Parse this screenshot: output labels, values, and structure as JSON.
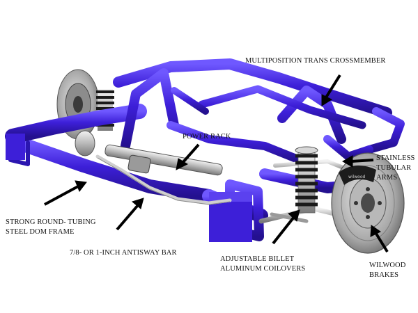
{
  "colors": {
    "frame": "#3d1fd8",
    "frame_shadow": "#24108f",
    "frame_highlight": "#6f58ff",
    "chrome": "#c8c8c8",
    "coil": "#1a1a1a",
    "rotor": "#a9a9a9",
    "caliper": "#1c1c1c",
    "label_text": "#111111",
    "arrow": "#000000"
  },
  "labels": {
    "trans_crossmember": "MULTIPOSITION TRANS CROSSMEMBER",
    "power_rack": "POWER RACK",
    "stainless_line1": "STAINLESS",
    "stainless_line2": "TUBULAR",
    "stainless_line3": "ARMS",
    "frame_line1": "STRONG ROUND- TUBING",
    "frame_line2": "STEEL DOM FRAME",
    "antisway": "7/8- OR 1-INCH ANTISWAY BAR",
    "coilover_line1": "ADJUSTABLE BILLET",
    "coilover_line2": "ALUMINUM COILOVERS",
    "brakes_line1": "WILWOOD",
    "brakes_line2": "BRAKES"
  },
  "caliper_logo": "wilwood"
}
